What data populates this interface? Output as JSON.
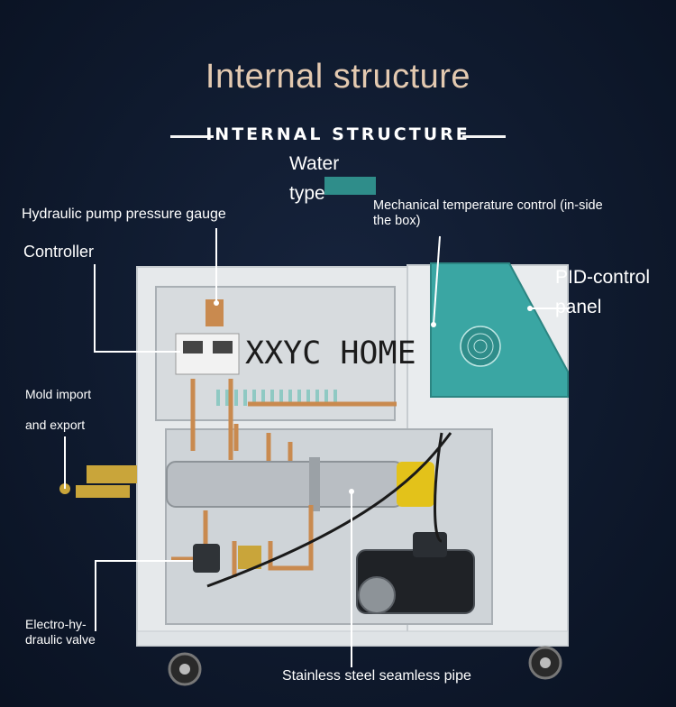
{
  "title": "Internal structure",
  "subtitle": "INTERNAL STRUCTURE",
  "labels": {
    "water_type": "Water type",
    "hydraulic_pump_pressure_gauge": "Hydraulic pump pressure gauge",
    "controller": "Controller",
    "mechanical_temperature_control": "Mechanical temperature control (in-side the box)",
    "pid_control_panel": "PID-control panel",
    "mold_import_export": "Mold import and export",
    "electro_hydraulic_valve": "Electro-hy-draulic valve",
    "stainless_steel_seamless_pipe": "Stainless steel seamless pipe"
  },
  "watermark": "XXYC HOME",
  "colors": {
    "background": "#0f1a2e",
    "title": "#e3c9b0",
    "panel_teal": "#3aa6a3",
    "cabinet": "#e9ecee",
    "heater": "#b9bec3",
    "copper": "#c98a4f"
  }
}
